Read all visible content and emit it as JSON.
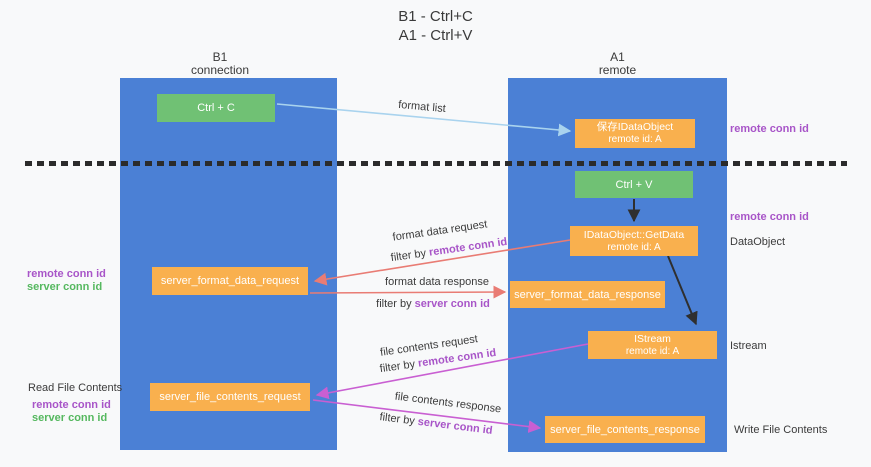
{
  "title": {
    "line1": "B1 - Ctrl+C",
    "line2": "A1 - Ctrl+V"
  },
  "lanes": {
    "left": {
      "name": "B1",
      "role": "connection"
    },
    "right": {
      "name": "A1",
      "role": "remote"
    }
  },
  "nodes": {
    "ctrl_c": {
      "label": "Ctrl + C"
    },
    "ctrl_v": {
      "label": "Ctrl + V"
    },
    "save_idataobject": {
      "line1": "保存IDataObject",
      "line2": "remote id: A"
    },
    "getdata": {
      "line1": "IDataObject::GetData",
      "line2": "remote id: A"
    },
    "istream": {
      "line1": "IStream",
      "line2": "remote id: A"
    },
    "format_request": {
      "label": "server_format_data_request"
    },
    "format_response": {
      "label": "server_format_data_response"
    },
    "file_request": {
      "label": "server_file_contents_request"
    },
    "file_response": {
      "label": "server_file_contents_response"
    }
  },
  "annotations": {
    "remote_conn_top_right": "remote conn id",
    "remote_conn_mid_right": "remote conn id",
    "dataobject": "DataObject",
    "istream": "Istream",
    "write_file": "Write File Contents",
    "read_file": "Read File Contents",
    "left_format": {
      "remote": "remote conn id",
      "server": "server conn id"
    },
    "left_file": {
      "remote": "remote conn id",
      "server": "server conn id"
    }
  },
  "arrow_labels": {
    "format_list": "format list",
    "format_request": "format data request",
    "format_request_filter": {
      "prefix": "filter by",
      "id": "remote conn id"
    },
    "format_response": "format data response",
    "format_response_filter": {
      "prefix": "filter by",
      "id": "server conn id"
    },
    "file_request": "file contents request",
    "file_request_filter": {
      "prefix": "filter by",
      "id": "remote conn id"
    },
    "file_response": "file contents response",
    "file_response_filter": {
      "prefix": "filter by",
      "id": "server conn id"
    }
  },
  "colors": {
    "lane_blue": "#4b80d5",
    "node_orange": "#f9b04e",
    "node_green": "#70c174",
    "id_purple": "#a855c8",
    "id_green": "#55b85f",
    "arrow_salmon": "#e97c74",
    "arrow_magenta": "#c95fd2",
    "arrow_lightblue": "#a9d3ee",
    "arrow_black": "#2f2f2f",
    "background": "#f8f9fa"
  }
}
